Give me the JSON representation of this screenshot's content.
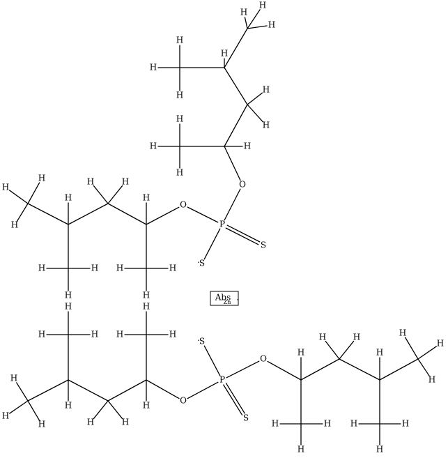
{
  "atoms": {
    "hydrogen": "H",
    "oxygen": "O",
    "phosphorus": "P",
    "sulfur": "S",
    "zinc": "Zn",
    "radical_dot": "·"
  },
  "stereo_box_label": "Abs",
  "colors": {
    "bond": "#000000",
    "text": "#000000",
    "background": "#ffffff"
  }
}
